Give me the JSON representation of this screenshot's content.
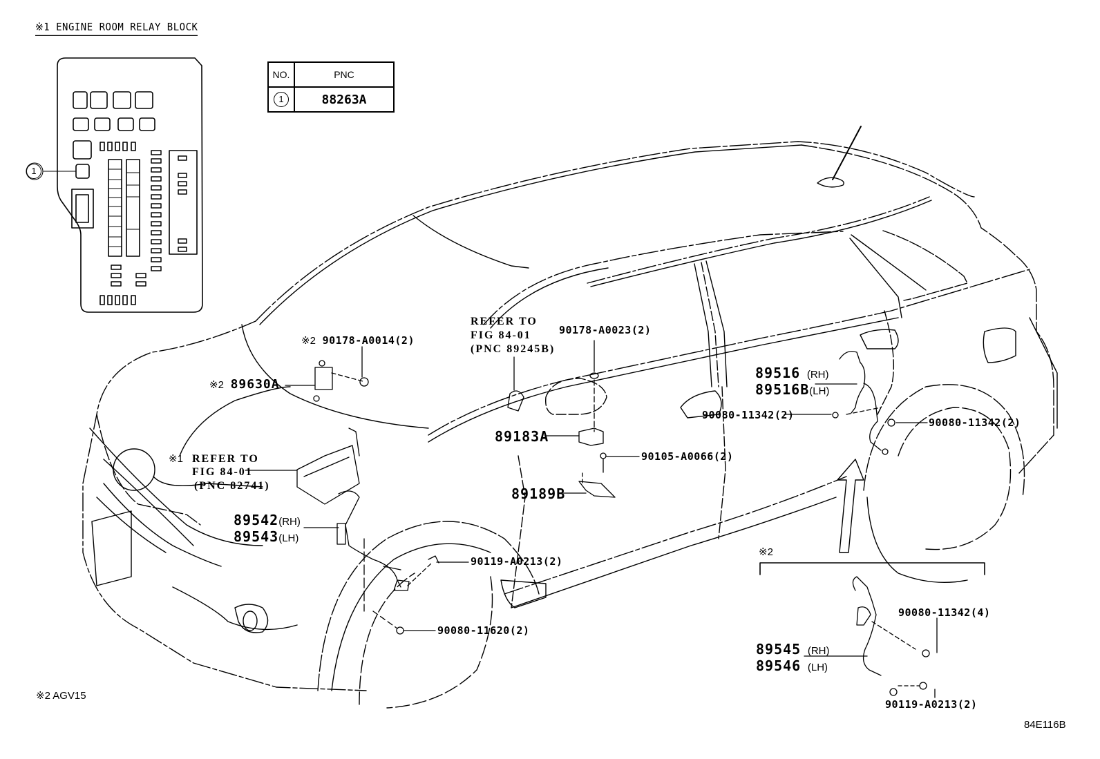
{
  "diagram": {
    "figure_code": "84E116B",
    "relay_block": {
      "title": "※1 ENGINE ROOM RELAY BLOCK",
      "callout_number": "1"
    },
    "pnc_table": {
      "headers": [
        "NO.",
        "PNC"
      ],
      "rows": [
        {
          "no": "1",
          "pnc": "88263A"
        }
      ]
    },
    "footnote": "※2 AGV15",
    "callouts": {
      "c_90178_A0014": {
        "mark": "※2",
        "part": "90178-A0014(2)"
      },
      "c_89630A": {
        "mark": "※2",
        "part": "89630A"
      },
      "c_refer_89245B": {
        "lines": [
          "REFER TO",
          "FIG 84-01",
          "(PNC 89245B)"
        ]
      },
      "c_90178_A0023": {
        "part": "90178-A0023(2)"
      },
      "c_refer_82741": {
        "mark": "※1",
        "lines": [
          "REFER TO",
          "FIG 84-01",
          "(PNC 82741)"
        ]
      },
      "c_89542": {
        "part": "89542",
        "side": "(RH)"
      },
      "c_89543": {
        "part": "89543",
        "side": "(LH)"
      },
      "c_89183A": {
        "part": "89183A"
      },
      "c_90105_A0066": {
        "part": "90105-A0066(2)"
      },
      "c_89189B": {
        "part": "89189B"
      },
      "c_89516": {
        "part": "89516",
        "side": "(RH)"
      },
      "c_89516B": {
        "part": "89516B",
        "side": "(LH)"
      },
      "c_90080_11342_a": {
        "part": "90080-11342(2)"
      },
      "c_90080_11342_b": {
        "part": "90080-11342(2)"
      },
      "c_90119_A0213_front": {
        "part": "90119-A0213(2)"
      },
      "c_90080_11620": {
        "part": "90080-11620(2)"
      }
    },
    "inset_2": {
      "mark": "※2",
      "c_90080_11342": {
        "part": "90080-11342(4)"
      },
      "c_89545": {
        "part": "89545",
        "side": "(RH)"
      },
      "c_89546": {
        "part": "89546",
        "side": "(LH)"
      },
      "c_90119_A0213": {
        "part": "90119-A0213(2)"
      }
    }
  }
}
